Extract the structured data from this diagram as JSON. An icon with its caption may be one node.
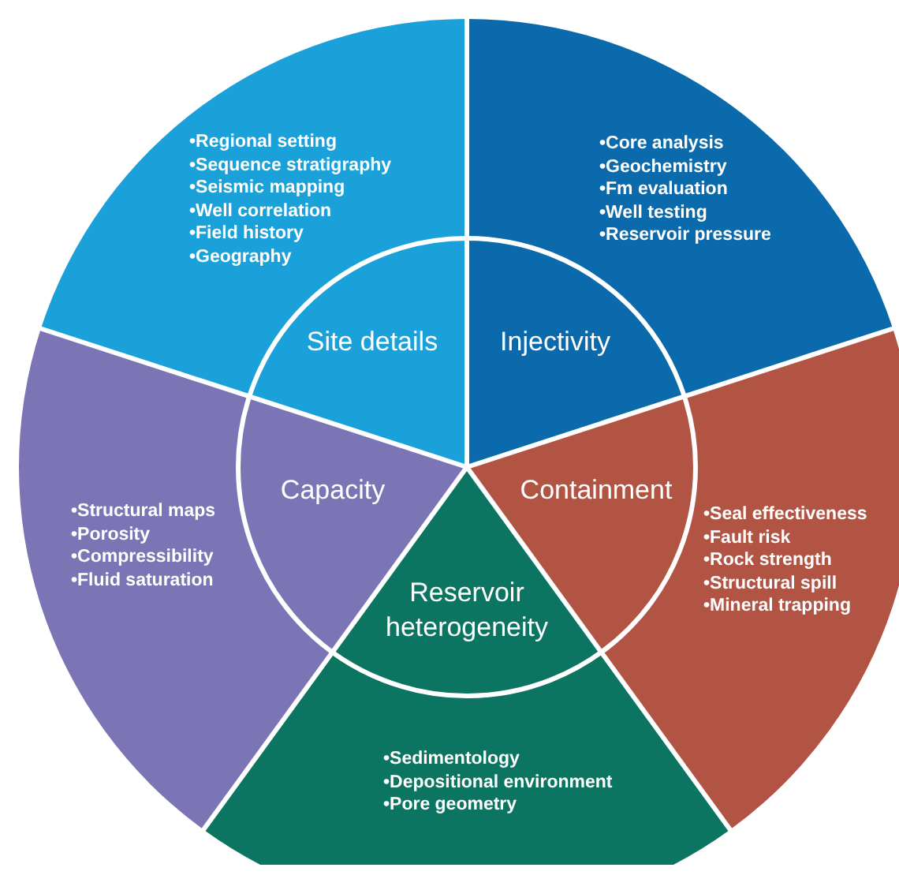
{
  "diagram": {
    "nodes": [
      {
        "text": [
          "Site details",
          "•Regional setting",
          "•Sequence stratigraphy",
          "•Seismic mapping",
          "•Well correlation",
          "•Field history",
          "•Geography"
        ]
      },
      {
        "text": [
          "Injectivity",
          "•Core analysis",
          "•Geochemistry",
          "•Fm evaluation",
          "•Well testing",
          "•Reservoir pressure"
        ]
      },
      {
        "text": [
          "Capacity",
          "•Structural maps",
          "•Porosity",
          "•Compressibility",
          "•Fluid saturation"
        ]
      },
      {
        "text": [
          "Containment",
          "•Seal effectiveness",
          "•Fault risk",
          "•Rock strength",
          "•Structural spill",
          "•Mineral trapping"
        ]
      },
      {
        "text": [
          "Reservoir heterogeneity",
          "•Sedimentology",
          "•Depositional environment",
          "•Pore geometry"
        ]
      }
    ]
  }
}
